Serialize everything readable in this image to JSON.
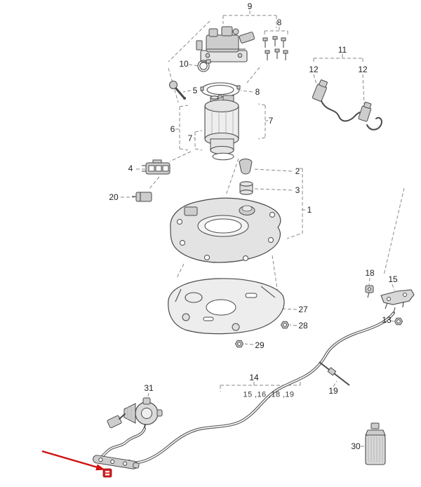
{
  "colors": {
    "background": "#ffffff",
    "drawing_line": "#4a4a4a",
    "leader_line": "#8a8a8a",
    "annotation_red": "#d01010"
  },
  "icons": {
    "annotation_arrow": "red-arrow",
    "annotation_marker": "red-marker-badge"
  },
  "callouts": [
    {
      "label": "9"
    },
    {
      "label": "8"
    },
    {
      "label": "10"
    },
    {
      "label": "5"
    },
    {
      "label": "8"
    },
    {
      "label": "11"
    },
    {
      "label": "12"
    },
    {
      "label": "12"
    },
    {
      "label": "6"
    },
    {
      "label": "7"
    },
    {
      "label": "7"
    },
    {
      "label": "4"
    },
    {
      "label": "2"
    },
    {
      "label": "20"
    },
    {
      "label": "3"
    },
    {
      "label": "1"
    },
    {
      "label": "18"
    },
    {
      "label": "15"
    },
    {
      "label": "27"
    },
    {
      "label": "28"
    },
    {
      "label": "13"
    },
    {
      "label": "29"
    },
    {
      "label": "14"
    },
    {
      "label": "31"
    },
    {
      "label": "19"
    },
    {
      "label": "30"
    },
    {
      "label": "15 ,16 ,18 ,19"
    }
  ]
}
